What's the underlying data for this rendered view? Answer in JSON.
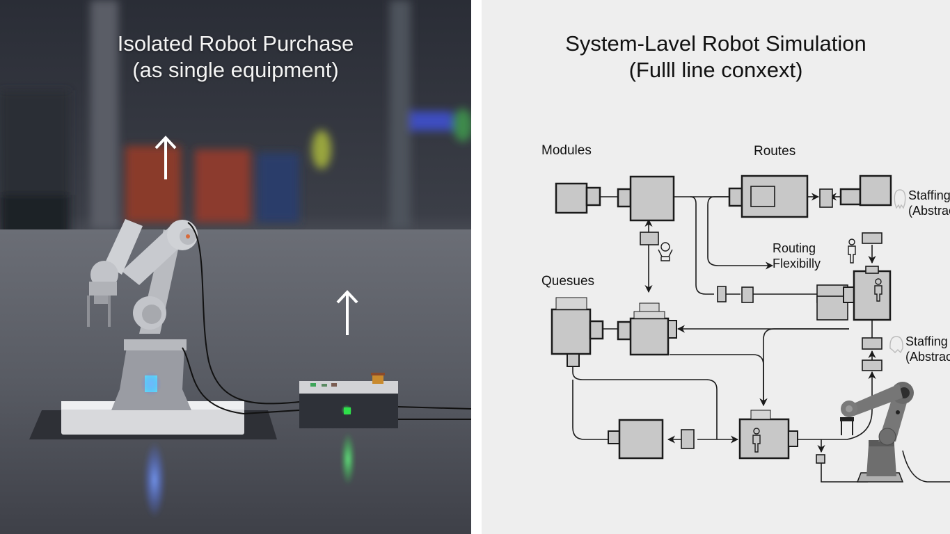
{
  "left_panel": {
    "title_line1": "Isolated Robot Purchase",
    "title_line2": "(as single equipment)",
    "scene": {
      "robot_arm": "collaborative-robot-arm",
      "base_indicator_color": "#4a6cff",
      "controller_indicator_color": "#2ee04a",
      "emergency_stop_color": "#c98a2e",
      "arrows": [
        "up-arrow",
        "up-arrow"
      ]
    }
  },
  "right_panel": {
    "title_line1": "System-Lavel Robot Simulation",
    "title_line2": "(Fulll line conxext)",
    "labels": {
      "modules": "Modules",
      "routes": "Routes",
      "routing_line1": "Routing",
      "routing_line2": "Flexibilly",
      "queues": "Quesues",
      "staffing1_line1": "Staffing",
      "staffing1_line2": "(Abstract",
      "staffing2_line1": "Staffing",
      "staffing2_line2": "(Abstract"
    },
    "colors": {
      "box_fill": "#c8c8c8",
      "stroke": "#1a1a1a",
      "robot": "#6e6e6e"
    }
  }
}
